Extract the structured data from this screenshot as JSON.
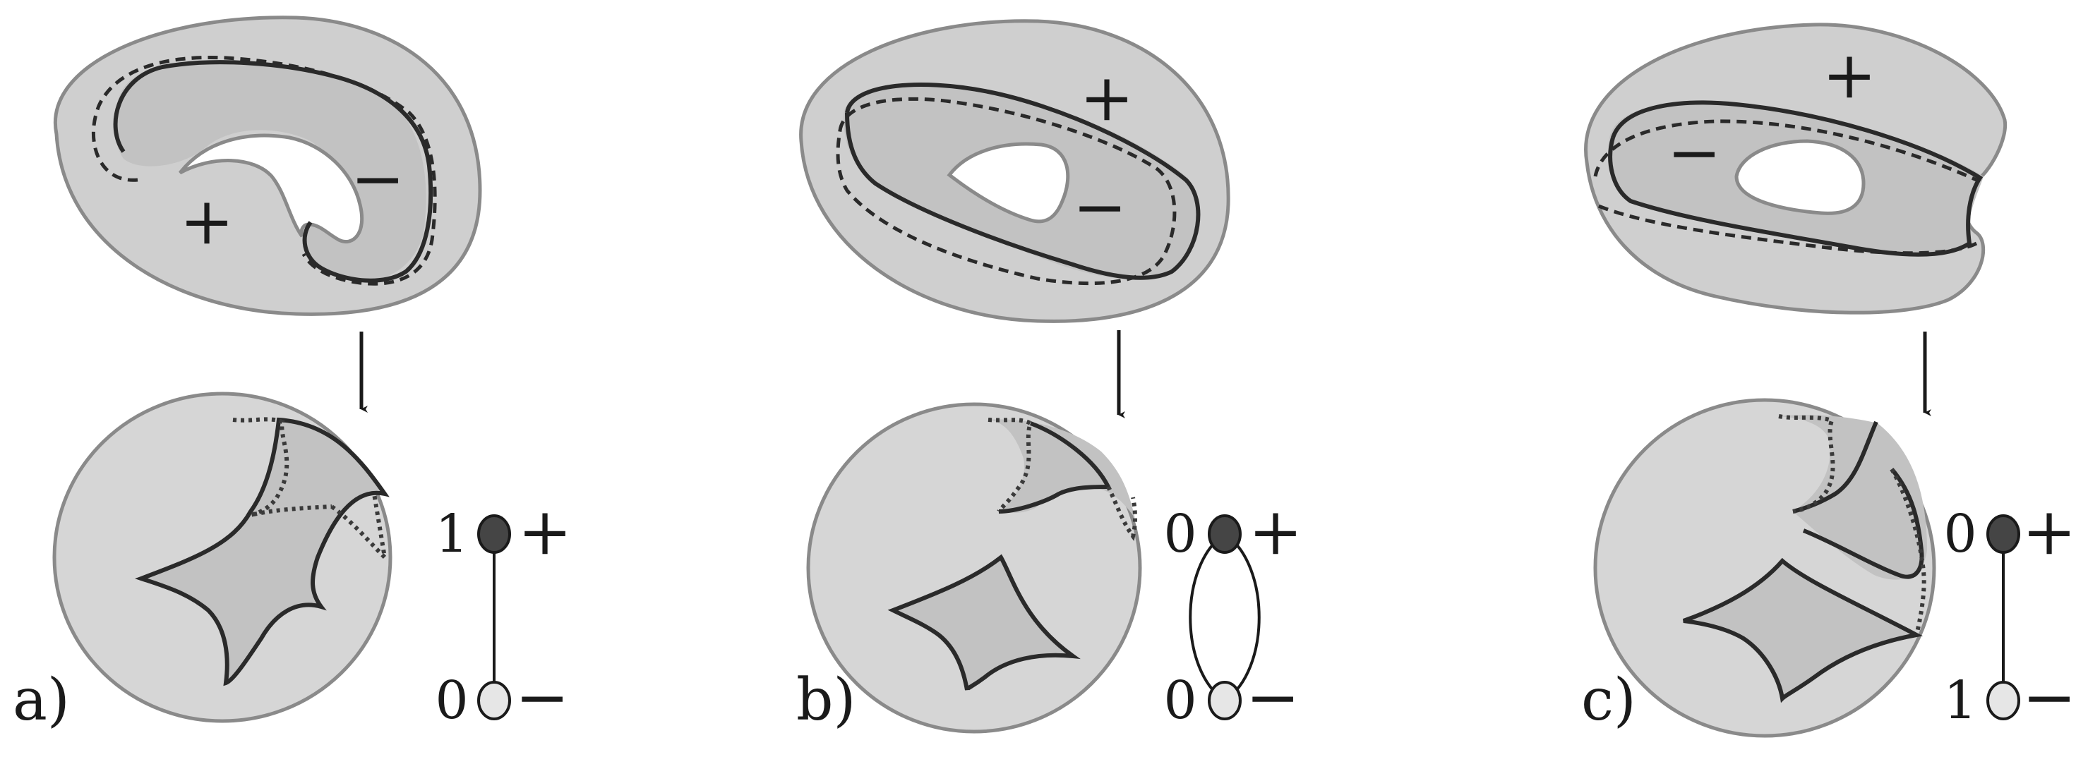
{
  "panels": [
    {
      "label": "a)",
      "surface_signs": [
        "+",
        "−"
      ],
      "graph": {
        "type": "edge",
        "top": {
          "number": "1",
          "sign": "+"
        },
        "bottom": {
          "number": "0",
          "sign": "−"
        }
      }
    },
    {
      "label": "b)",
      "surface_signs": [
        "+",
        "−"
      ],
      "graph": {
        "type": "double-edge",
        "top": {
          "number": "0",
          "sign": "+"
        },
        "bottom": {
          "number": "0",
          "sign": "−"
        }
      }
    },
    {
      "label": "c)",
      "surface_signs": [
        "+",
        "−"
      ],
      "graph": {
        "type": "edge",
        "top": {
          "number": "0",
          "sign": "+"
        },
        "bottom": {
          "number": "1",
          "sign": "−"
        }
      }
    }
  ],
  "colors": {
    "surface_fill": "#cfcfcf",
    "surface_edge": "#8a8a8a",
    "disk_fill": "#d6d6d6",
    "region_fill": "#c2c2c2",
    "curve": "#2a2a2a",
    "vertex_dark": "#454545",
    "vertex_light": "#e6e6e6"
  }
}
